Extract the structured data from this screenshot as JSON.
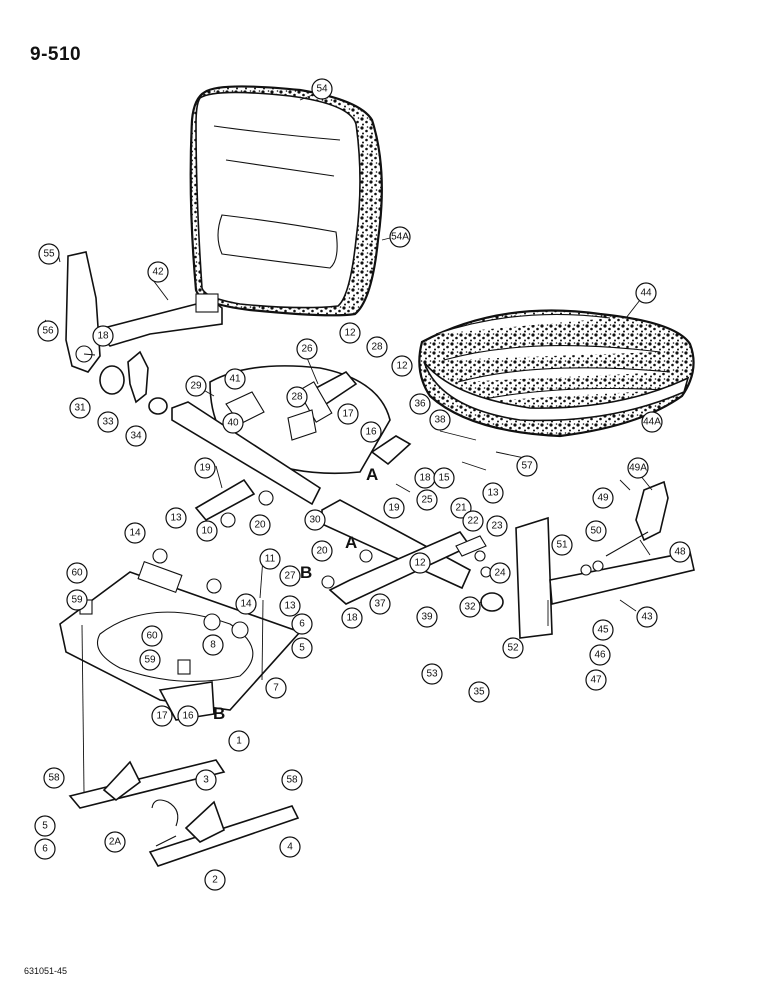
{
  "page_number": "9-510",
  "figure_code": "631051-45",
  "reference_letters": [
    "A",
    "A",
    "B",
    "B"
  ],
  "callouts": [
    "54",
    "55",
    "42",
    "18",
    "56",
    "54A",
    "44",
    "26",
    "12",
    "28",
    "12",
    "29",
    "41",
    "31",
    "33",
    "34",
    "40",
    "28",
    "17",
    "16",
    "36",
    "38",
    "44A",
    "57",
    "19",
    "25",
    "18",
    "13",
    "15",
    "49A",
    "49",
    "21",
    "20",
    "30",
    "19",
    "22",
    "23",
    "50",
    "51",
    "48",
    "14",
    "13",
    "10",
    "11",
    "27",
    "20",
    "24",
    "60",
    "59",
    "12",
    "14",
    "13",
    "37",
    "39",
    "32",
    "43",
    "6",
    "5",
    "8",
    "18",
    "60",
    "59",
    "52",
    "45",
    "46",
    "47",
    "53",
    "35",
    "7",
    "17",
    "16",
    "1",
    "58",
    "3",
    "58",
    "5",
    "6",
    "2A",
    "4",
    "2"
  ]
}
